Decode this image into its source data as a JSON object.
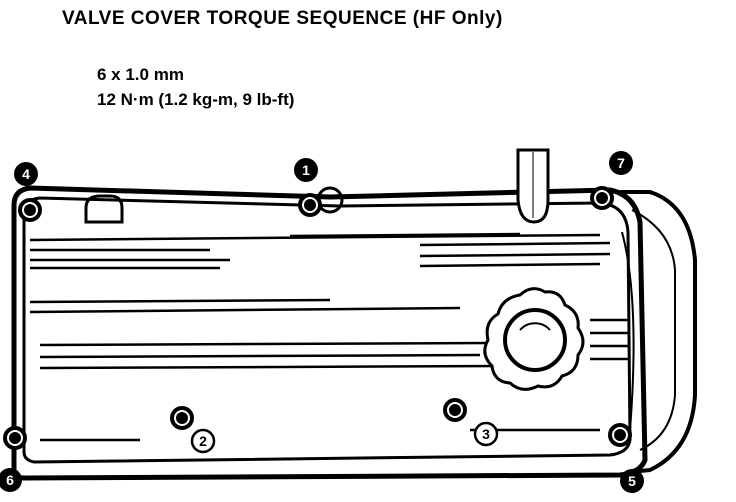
{
  "title": "VALVE COVER TORQUE SEQUENCE (HF Only)",
  "spec": {
    "bolt_size": "6 x 1.0 mm",
    "torque": "12 N·m (1.2 kg-m, 9 lb-ft)"
  },
  "sequence": [
    {
      "label": "1"
    },
    {
      "label": "2"
    },
    {
      "label": "3"
    },
    {
      "label": "4"
    },
    {
      "label": "5"
    },
    {
      "label": "6"
    },
    {
      "label": "7"
    }
  ],
  "colors": {
    "ink": "#000000",
    "paper": "#ffffff"
  }
}
